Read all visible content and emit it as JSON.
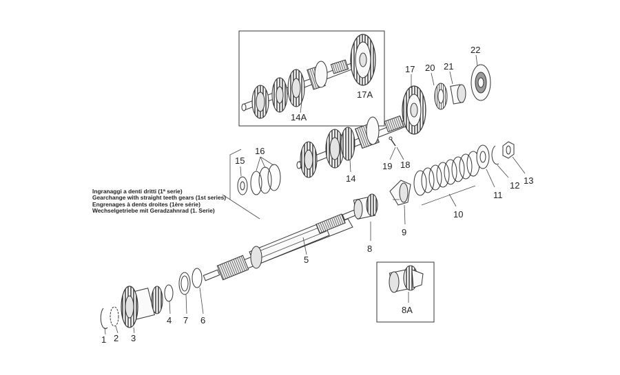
{
  "diagram": {
    "note_lines": [
      "Ingranaggi a denti dritti (1ª serie)",
      "Gearchange with straight teeth gears (1st series)",
      "Engrenages à dents droites (1ère série)",
      "Wechselgetriebe mit Geradzahnrad (1. Serie)"
    ],
    "callouts": {
      "c1": "1",
      "c2": "2",
      "c3": "3",
      "c4": "4",
      "c5": "5",
      "c6": "6",
      "c7": "7",
      "c8": "8",
      "c8a": "8A",
      "c9": "9",
      "c10": "10",
      "c11": "11",
      "c12": "12",
      "c13": "13",
      "c14": "14",
      "c14a": "14A",
      "c15": "15",
      "c16": "16",
      "c17": "17",
      "c17a": "17A",
      "c18": "18",
      "c19": "19",
      "c20": "20",
      "c21": "21",
      "c22": "22"
    }
  }
}
